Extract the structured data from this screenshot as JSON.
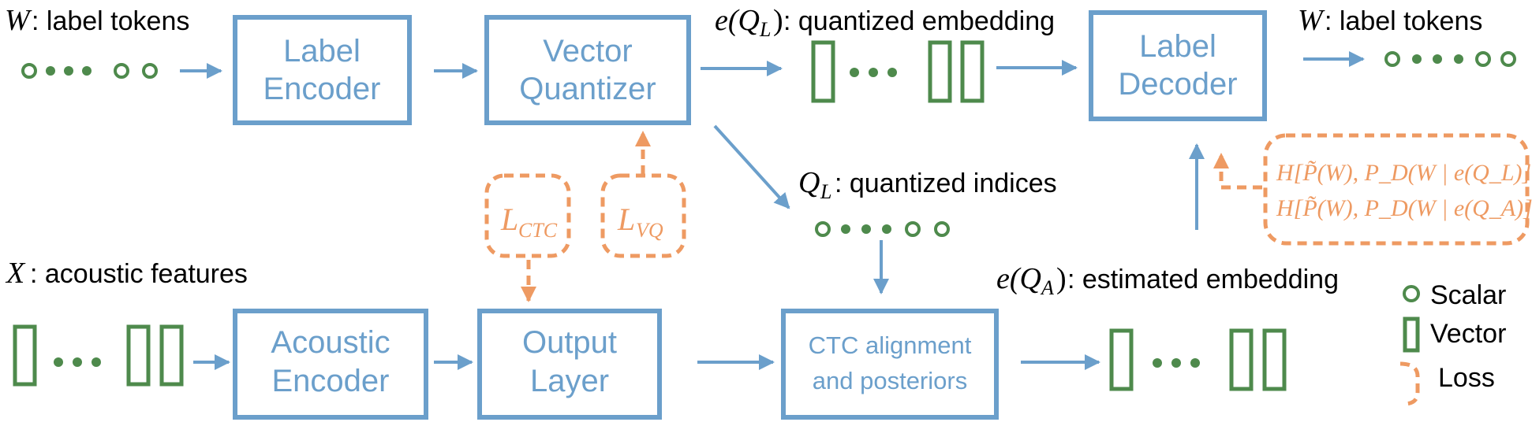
{
  "labels": {
    "w_top_left_sym": "W",
    "w_top_left_text": ": label tokens",
    "w_top_right_sym": "W",
    "w_top_right_text": ": label tokens",
    "eql_sym": "e(Q",
    "eql_sub": "L",
    "eql_close": ")",
    "eql_text": ": quantized embedding",
    "ql_sym": "Q",
    "ql_sub": "L",
    "ql_text": ": quantized indices",
    "x_sym": "X",
    "x_text": ": acoustic features",
    "eqa_sym": "e(Q",
    "eqa_sub": "A",
    "eqa_close": ")",
    "eqa_text": ": estimated embedding"
  },
  "boxes": {
    "label_encoder": [
      "Label",
      "Encoder"
    ],
    "vector_quantizer": [
      "Vector",
      "Quantizer"
    ],
    "label_decoder": [
      "Label",
      "Decoder"
    ],
    "acoustic_encoder": [
      "Acoustic",
      "Encoder"
    ],
    "output_layer": [
      "Output",
      "Layer"
    ],
    "ctc_alignment": [
      "CTC alignment",
      "and posteriors"
    ]
  },
  "losses": {
    "ctc_main": "L",
    "ctc_sub": "CTC",
    "vq_main": "L",
    "vq_sub": "VQ",
    "ce_line1": "H[P̃(W), P_D(W | e(Q_L)]",
    "ce_line2": "H[P̃(W), P_D(W | e(Q_A)]"
  },
  "legend": {
    "scalar": "Scalar",
    "vector": "Vector",
    "loss": "Loss"
  },
  "colors": {
    "box_blue": "#6b9fcb",
    "green": "#4e8a4c",
    "loss_orange": "#ee9a62"
  }
}
